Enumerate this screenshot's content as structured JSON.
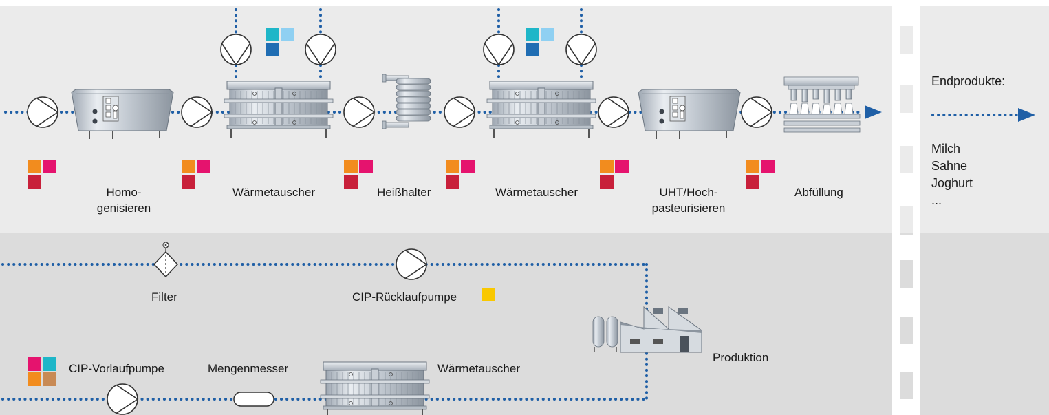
{
  "process": {
    "homogenize_l1": "Homo-",
    "homogenize_l2": "genisieren",
    "heat_exchanger_1": "Wärmetauscher",
    "holding_tube": "Heißhalter",
    "heat_exchanger_2": "Wärmetauscher",
    "uht_l1": "UHT/Hoch-",
    "uht_l2": "pasteurisieren",
    "filling": "Abfüllung"
  },
  "end_products": {
    "title": "Endprodukte:",
    "items": [
      "Milch",
      "Sahne",
      "Joghurt",
      "..."
    ]
  },
  "cip": {
    "filter": "Filter",
    "return_pump": "CIP-Rücklaufpumpe",
    "supply_pump": "CIP-Vorlaufpumpe",
    "flow_meter": "Mengenmesser",
    "heat_exchanger": "Wärmetauscher",
    "production": "Produktion"
  },
  "colors": {
    "flow_blue": "#1f5fa6",
    "orange": "#f28c1e",
    "magenta": "#e5136e",
    "red": "#c8203a",
    "teal": "#1eb6c8",
    "light_blue": "#8fd0f2",
    "dark_blue": "#1f6db3",
    "yellow": "#f9c800",
    "tan": "#c88a55"
  }
}
